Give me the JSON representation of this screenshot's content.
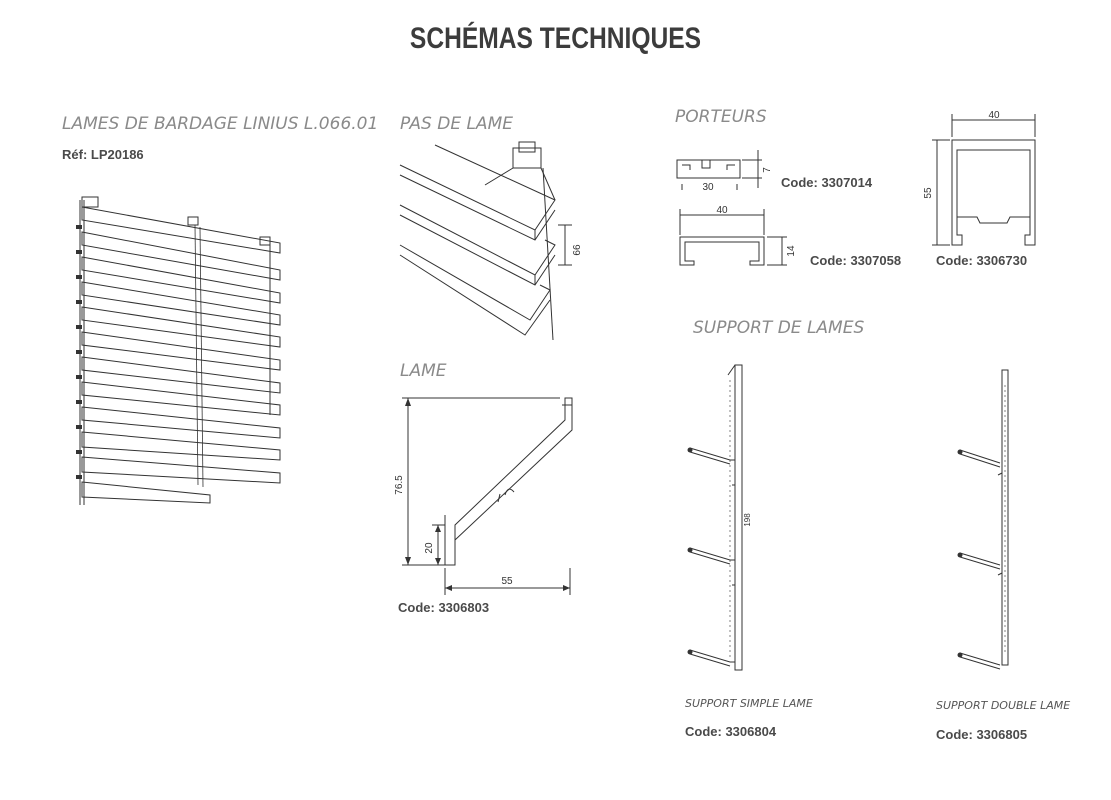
{
  "page_title": "SCHÉMAS TECHNIQUES",
  "sections": {
    "lames": {
      "title": "LAMES DE BARDAGE LINIUS L.066.01",
      "ref": "Réf: LP20186"
    },
    "pas": {
      "title": "PAS DE LAME",
      "dimension": "66"
    },
    "lame": {
      "title": "LAME",
      "dim_height": "76.5",
      "dim_lip": "20",
      "dim_width": "55",
      "code": "Code: 3306803"
    },
    "porteurs": {
      "title": "PORTEURS",
      "items": [
        {
          "code": "Code: 3307014",
          "dim_w": "30",
          "dim_h": "7"
        },
        {
          "code": "Code: 3307058",
          "dim_w": "40",
          "dim_h": "14"
        },
        {
          "code": "Code: 3306730",
          "dim_w": "40",
          "dim_h": "55"
        }
      ]
    },
    "support": {
      "title": "SUPPORT DE LAMES",
      "dim_height": "198",
      "items": [
        {
          "caption": "SUPPORT SIMPLE LAME",
          "code": "Code: 3306804"
        },
        {
          "caption": "SUPPORT DOUBLE LAME",
          "code": "Code: 3306805"
        }
      ]
    }
  }
}
